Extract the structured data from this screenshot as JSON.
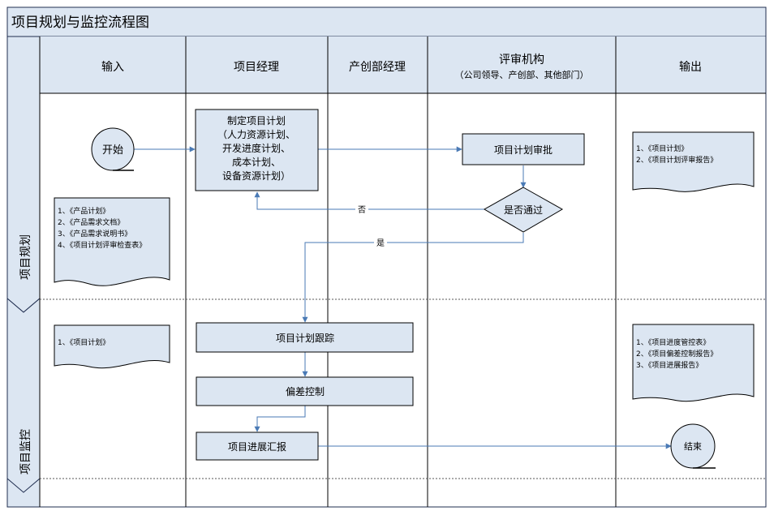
{
  "title": "项目规划与监控流程图",
  "columns": {
    "input": "输入",
    "pm": "项目经理",
    "prod": "产创部经理",
    "review": "评审机构",
    "review_sub": "（公司领导、产创部、其他部门）",
    "output": "输出"
  },
  "phases": {
    "planning": "项目规划",
    "monitoring": "项目监控"
  },
  "nodes": {
    "start": "开始",
    "end": "结束",
    "make_plan": [
      "制定项目计划",
      "（人力资源计划、",
      "开发进度计划、",
      "成本计划、",
      "设备资源计划）"
    ],
    "approve": "项目计划审批",
    "decision": "是否通过",
    "track": "项目计划跟踪",
    "deviation": "偏差控制",
    "report": "项目进展汇报"
  },
  "edge_labels": {
    "no": "否",
    "yes": "是"
  },
  "documents": {
    "input_planning": [
      "1、《产品计划》",
      "2、《产品需求文档》",
      "3、《产品需求说明书》",
      "4、《项目计划评审检查表》"
    ],
    "output_planning": [
      "1、《项目计划》",
      "2、《项目计划评审报告》"
    ],
    "input_monitoring": [
      "1、《项目计划》"
    ],
    "output_monitoring": [
      "1、《项目进度管控表》",
      "2、《项目偏差控制报告》",
      "3、《项目进展报告》"
    ]
  },
  "colors": {
    "line": "#000000",
    "arrow": "#4a7ab5",
    "header_fill": "#dce6f2",
    "shape_fill": "#dce6f2",
    "frame": "#1f2d4f"
  }
}
